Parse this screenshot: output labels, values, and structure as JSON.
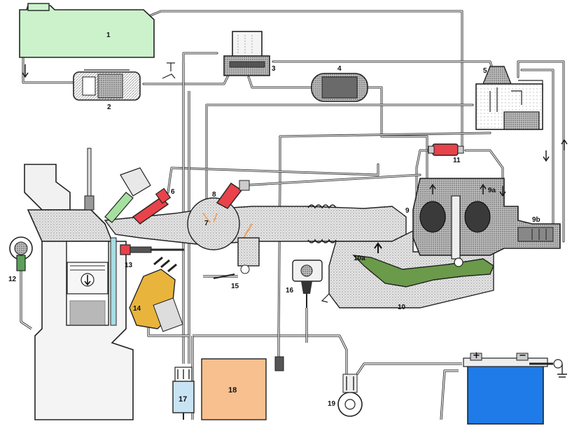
{
  "diagram": {
    "labels": {
      "l1": "1",
      "l2": "2",
      "l3": "3",
      "l4": "4",
      "l5": "5",
      "l6": "6",
      "l7": "7",
      "l8": "8",
      "l9": "9",
      "l9a": "9a",
      "l9b": "9b",
      "l10": "10",
      "l10a": "10a",
      "l11": "11",
      "l12": "12",
      "l13": "13",
      "l14": "14",
      "l15": "15",
      "l16": "16",
      "l17": "17",
      "l18": "18",
      "l19": "19",
      "battery_plus": "+",
      "battery_minus": "−"
    },
    "colors": {
      "fuel_tank": "#ccf2cc",
      "injector_red": "#e8424a",
      "sensor_green": "#58b058",
      "sensor_blue": "#a6dde6",
      "distributor_orange": "#e8b43c",
      "control_unit": "#f7c08e",
      "relay_blue": "#c8e4f4",
      "battery_blue": "#1e7be8",
      "air_flow_lever": "#6a9a4a",
      "stipple": "#d8d8d8"
    }
  }
}
